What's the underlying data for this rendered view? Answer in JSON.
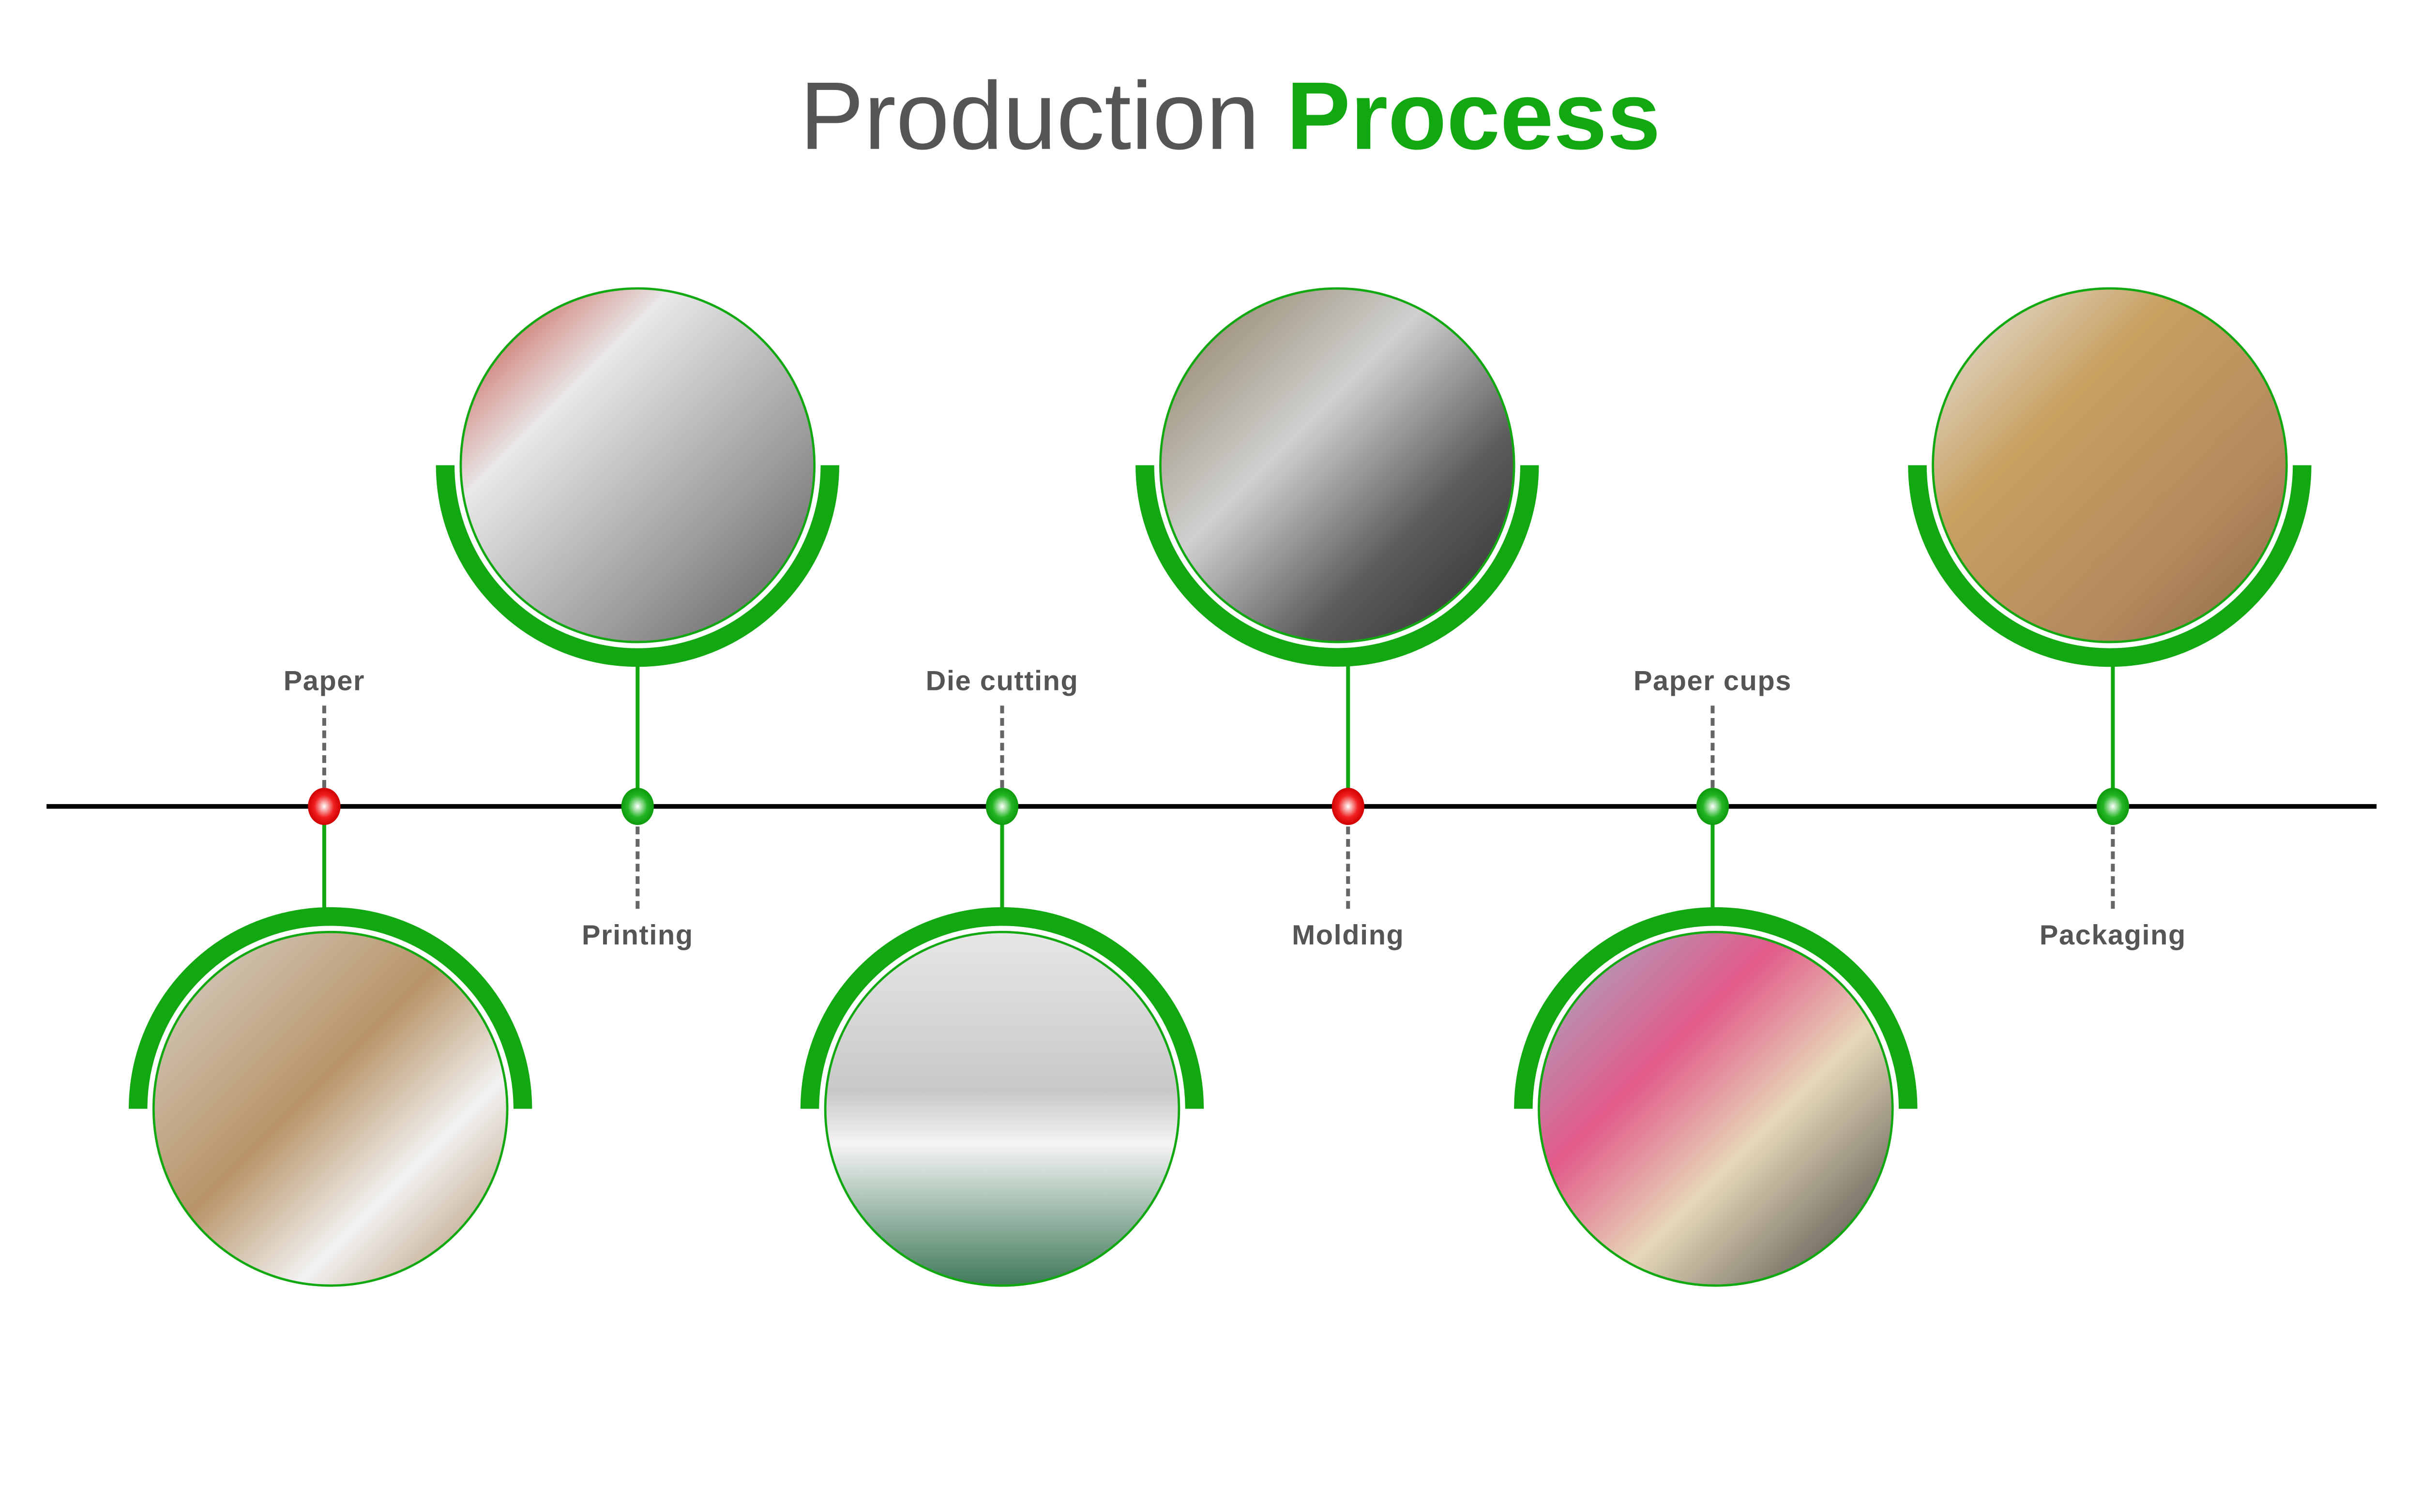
{
  "title": {
    "part1": "Production",
    "part2": "Process"
  },
  "colors": {
    "title_gray": "#555555",
    "accent_green": "#12a812",
    "node_red": "#e80000",
    "timeline": "#000000",
    "label_gray": "#555555"
  },
  "steps": [
    {
      "label": "Paper",
      "node_color": "red",
      "photo_position": "below",
      "label_position": "above",
      "photo": "paper-rolls-warehouse"
    },
    {
      "label": "Printing",
      "node_color": "green",
      "photo_position": "above",
      "label_position": "below",
      "photo": "printing-machine"
    },
    {
      "label": "Die cutting",
      "node_color": "green",
      "photo_position": "below",
      "label_position": "above",
      "photo": "die-cutting-machine"
    },
    {
      "label": "Molding",
      "node_color": "red",
      "photo_position": "above",
      "label_position": "below",
      "photo": "cup-molding-machine"
    },
    {
      "label": "Paper cups",
      "node_color": "green",
      "photo_position": "below",
      "label_position": "above",
      "photo": "paper-cups"
    },
    {
      "label": "Packaging",
      "node_color": "green",
      "photo_position": "above",
      "label_position": "below",
      "photo": "carton-boxes"
    }
  ]
}
